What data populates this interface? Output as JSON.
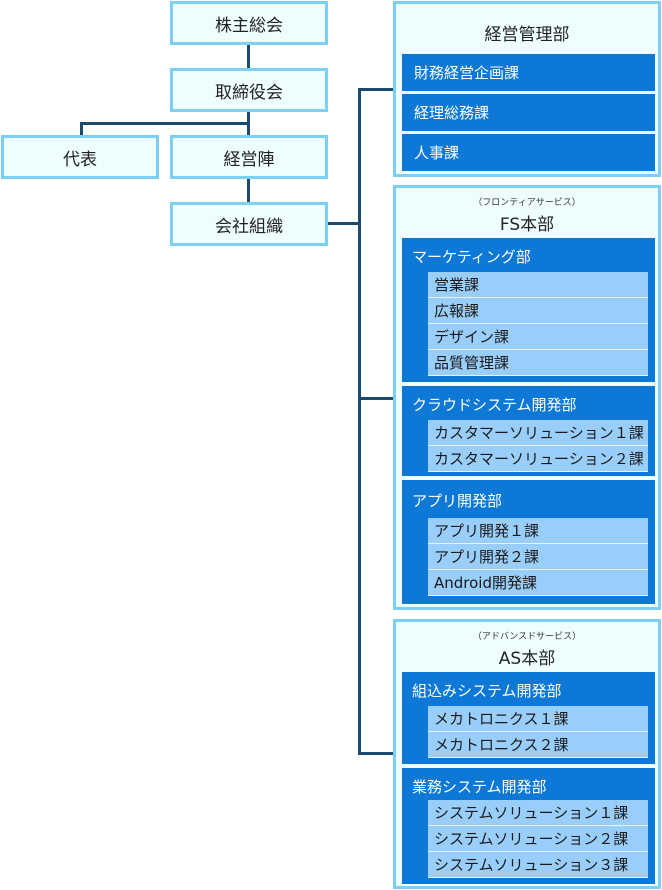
{
  "top": {
    "shareholders": "株主総会",
    "board": "取締役会",
    "representative": "代表",
    "management": "経営陣",
    "organization": "会社組織"
  },
  "management_dept": {
    "title": "経営管理部",
    "sections": [
      "財務経営企画課",
      "経理総務課",
      "人事課"
    ]
  },
  "fs_hq": {
    "ruby": "（フロンティアサービス）",
    "title": "FS本部",
    "departments": [
      {
        "name": "マーケティング部",
        "sections": [
          "営業課",
          "広報課",
          "デザイン課",
          "品質管理課"
        ]
      },
      {
        "name": "クラウドシステム開発部",
        "sections": [
          "カスタマーソリューション１課",
          "カスタマーソリューション２課"
        ]
      },
      {
        "name": "アプリ開発部",
        "sections": [
          "アプリ開発１課",
          "アプリ開発２課",
          "Android開発課"
        ]
      }
    ]
  },
  "as_hq": {
    "ruby": "（アドバンスドサービス）",
    "title": "AS本部",
    "departments": [
      {
        "name": "組込みシステム開発部",
        "sections": [
          "メカトロニクス１課",
          "メカトロニクス２課"
        ]
      },
      {
        "name": "業務システム開発部",
        "sections": [
          "システムソリューション１課",
          "システムソリューション２課",
          "システムソリューション３課"
        ]
      }
    ]
  },
  "colors": {
    "box_border": "#7dd0f2",
    "box_fill": "#eefdfe",
    "dept_fill": "#0d78d6",
    "section_fill": "#99cdfa",
    "connector": "#1c4a6e"
  }
}
